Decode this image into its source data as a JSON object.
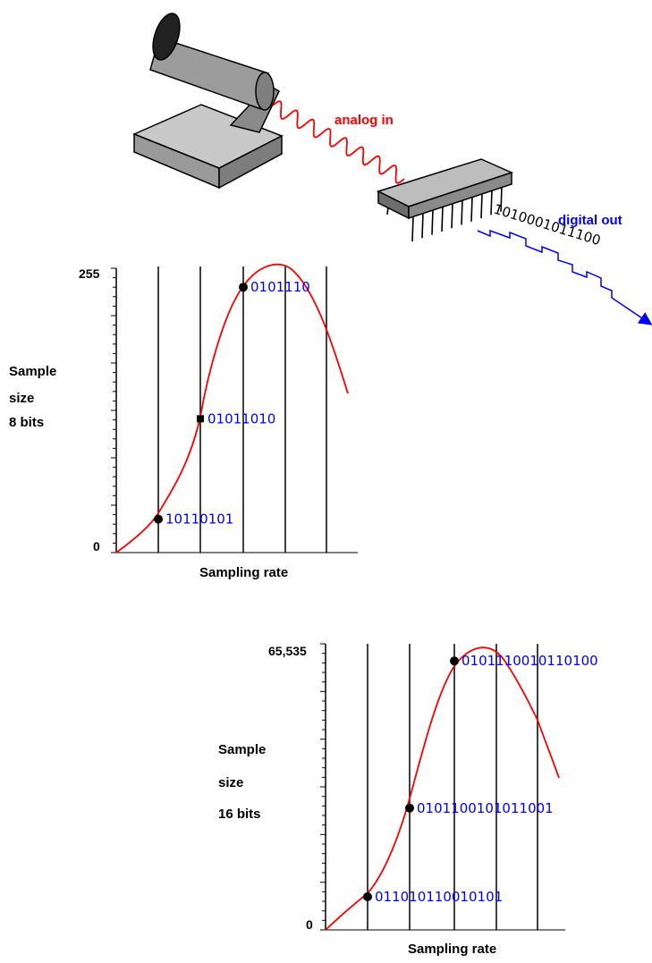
{
  "top_diagram": {
    "analog_label": "analog in",
    "digital_label": "digital out",
    "bitstream": "1010001011100",
    "analog_color": "#ff0000",
    "digital_color": "#0000ff"
  },
  "chart_data": [
    {
      "type": "line",
      "title": "",
      "xlabel": "Sampling rate",
      "ylabel": "Sample size 8 bits",
      "ylabel_lines": [
        "Sample",
        "size",
        "8 bits"
      ],
      "y_tick_labels": {
        "min": "0",
        "max": "255"
      },
      "ylim": [
        0,
        255
      ],
      "grid": "vertical lines at each sample",
      "curve_color": "#ff0000",
      "sample_points": [
        {
          "sample": 1,
          "value": 30,
          "code": "10110101"
        },
        {
          "sample": 2,
          "value": 120,
          "code": "01011010"
        },
        {
          "sample": 3,
          "value": 238,
          "code": "0101110"
        }
      ]
    },
    {
      "type": "line",
      "title": "",
      "xlabel": "Sampling rate",
      "ylabel": "Sample size 16 bits",
      "ylabel_lines": [
        "Sample",
        "size",
        "16 bits"
      ],
      "y_tick_labels": {
        "min": "0",
        "max": "65,535"
      },
      "ylim": [
        0,
        65535
      ],
      "grid": "vertical lines at each sample",
      "curve_color": "#ff0000",
      "sample_points": [
        {
          "sample": 1,
          "value": 7600,
          "code": "011010110010101"
        },
        {
          "sample": 2,
          "value": 27900,
          "code": "0101100101011001"
        },
        {
          "sample": 3,
          "value": 61600,
          "code": "0101110010110100"
        }
      ]
    }
  ]
}
